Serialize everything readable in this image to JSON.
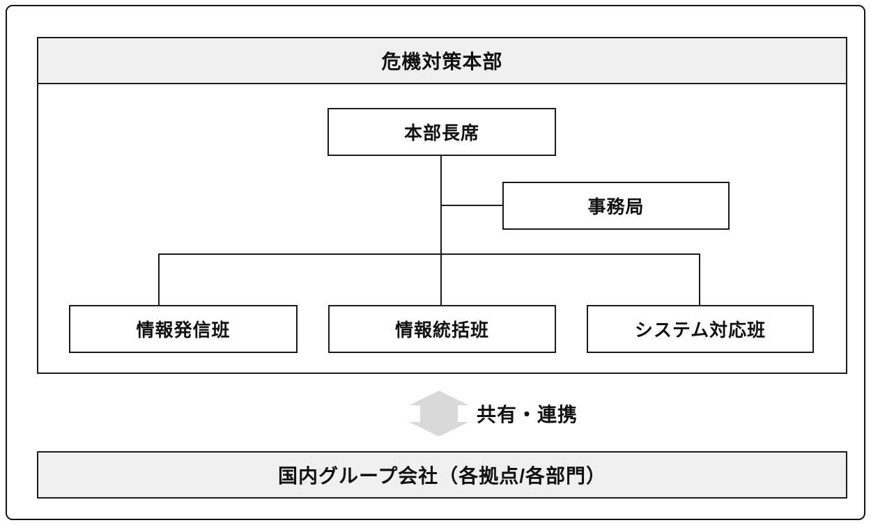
{
  "diagram": {
    "title": "危機対策本部",
    "nodes": {
      "hq_chief": "本部長席",
      "secretariat": "事務局",
      "teams": [
        {
          "label": "情報発信班"
        },
        {
          "label": "情報統括班"
        },
        {
          "label": "システム対応班"
        }
      ]
    },
    "link": {
      "label": "共有・連携",
      "arrow_icon": "up-down-arrow",
      "arrow_color": "#d9d9d9"
    },
    "bottom_box": "国内グループ会社（各拠点/各部門）",
    "colors": {
      "band_fill": "#f0f0f0",
      "border": "#1a1a1a"
    }
  }
}
